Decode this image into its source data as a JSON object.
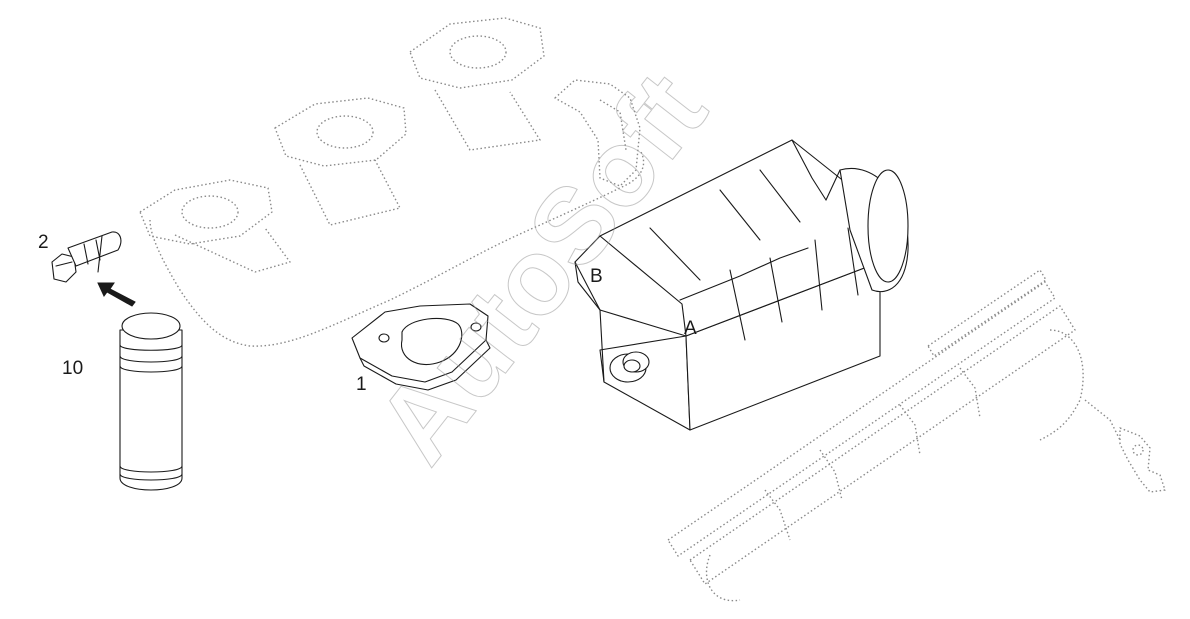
{
  "callouts": {
    "gasket": "1",
    "bolt": "2",
    "tube": "10",
    "point_a": "A",
    "point_b": "B"
  },
  "watermark": {
    "text": "AutoSoft"
  },
  "colors": {
    "line": "#1a1a1a",
    "phantom": "#8a8a8a",
    "watermark": "#9a9a9a"
  }
}
